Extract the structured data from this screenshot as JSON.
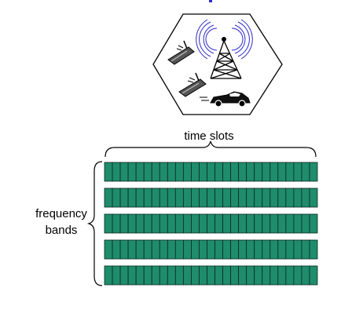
{
  "diagram": {
    "x_label": "time slots",
    "y_label_line1": "frequency",
    "y_label_line2": "bands",
    "bands": 5,
    "slots_per_band": 27,
    "colors": {
      "slot_fill": "#1f8c6c",
      "slot_stroke": "#0b2a20",
      "line": "#000000",
      "tower_waves": "#2b2bc8",
      "background": "#ffffff"
    },
    "icons": [
      "cell-tower-icon",
      "mobile-phone-icon",
      "mobile-phone-icon",
      "car-icon"
    ]
  }
}
